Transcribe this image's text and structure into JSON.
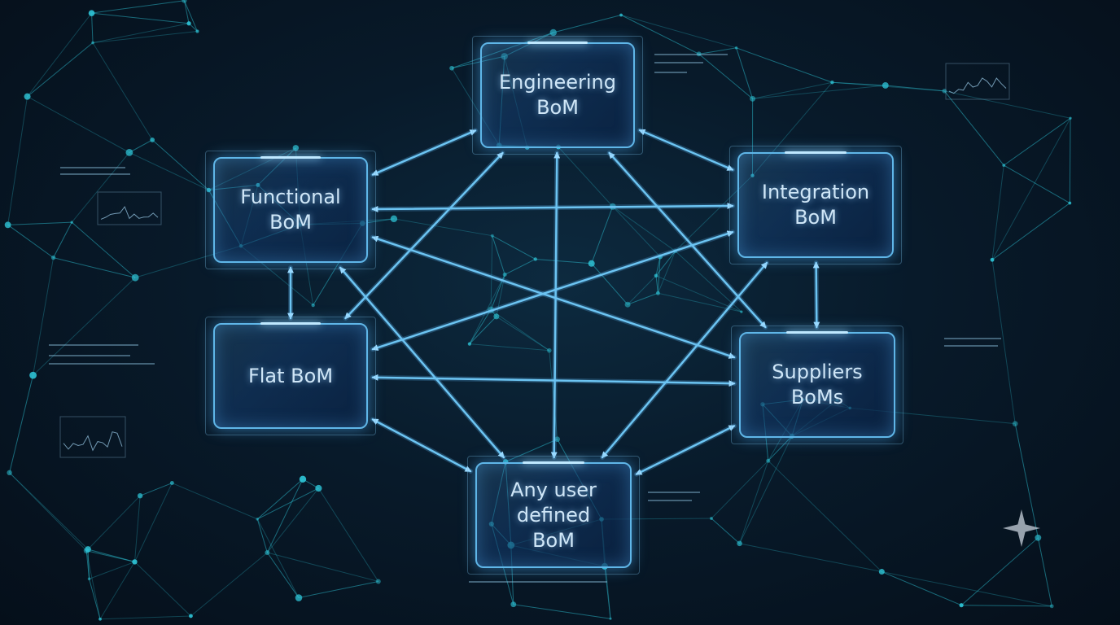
{
  "nodes": [
    {
      "id": "engineering",
      "label": "Engineering\nBoM"
    },
    {
      "id": "functional",
      "label": "Functional\nBoM"
    },
    {
      "id": "integration",
      "label": "Integration\nBoM"
    },
    {
      "id": "flat",
      "label": "Flat BoM"
    },
    {
      "id": "suppliers",
      "label": "Suppliers\nBoMs"
    },
    {
      "id": "any",
      "label": "Any user\ndefined\nBoM"
    }
  ],
  "edges": [
    [
      "engineering",
      "functional"
    ],
    [
      "engineering",
      "integration"
    ],
    [
      "engineering",
      "flat"
    ],
    [
      "engineering",
      "suppliers"
    ],
    [
      "engineering",
      "any"
    ],
    [
      "functional",
      "integration"
    ],
    [
      "functional",
      "flat"
    ],
    [
      "functional",
      "suppliers"
    ],
    [
      "functional",
      "any"
    ],
    [
      "integration",
      "flat"
    ],
    [
      "integration",
      "suppliers"
    ],
    [
      "integration",
      "any"
    ],
    [
      "flat",
      "suppliers"
    ],
    [
      "flat",
      "any"
    ],
    [
      "suppliers",
      "any"
    ]
  ],
  "colors": {
    "accent": "#5fb6e8",
    "arrow": "#6cc4f2",
    "network": "#2ec4d6",
    "background": "#081a2a"
  },
  "icons": [
    "sparkle-icon"
  ]
}
